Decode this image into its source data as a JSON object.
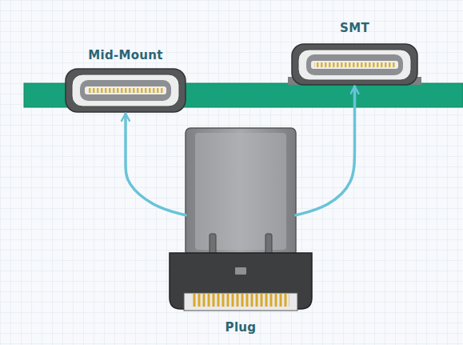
{
  "diagram": {
    "nodes": [
      {
        "text": [
          "Mid-Mount"
        ]
      },
      {
        "text": [
          "SMT"
        ]
      },
      {
        "text": [
          "Plug"
        ]
      }
    ],
    "edges": [
      {
        "from": 2,
        "to": 0,
        "arrow": "to"
      },
      {
        "from": 2,
        "to": 1,
        "arrow": "to"
      }
    ]
  }
}
